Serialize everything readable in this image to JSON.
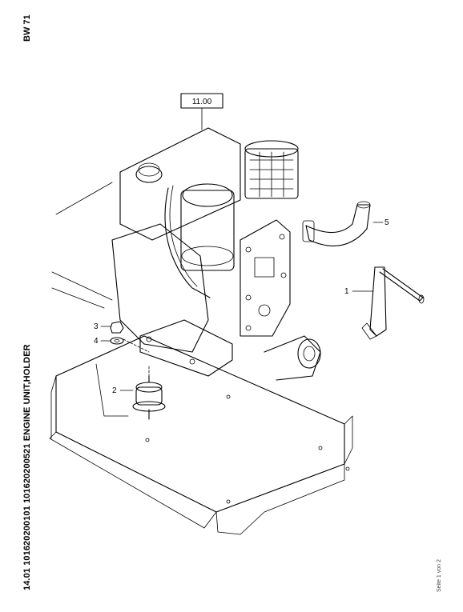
{
  "header": {
    "model": "BW 71",
    "title": "14.01 101620200101 101620200521 ENGINE UNIT,HOLDER",
    "page_info": "Seite 1 von 2"
  },
  "drawing": {
    "assembly_ref": "11.00",
    "callouts": [
      {
        "number": "1"
      },
      {
        "number": "2"
      },
      {
        "number": "3"
      },
      {
        "number": "4"
      },
      {
        "number": "5"
      }
    ]
  }
}
